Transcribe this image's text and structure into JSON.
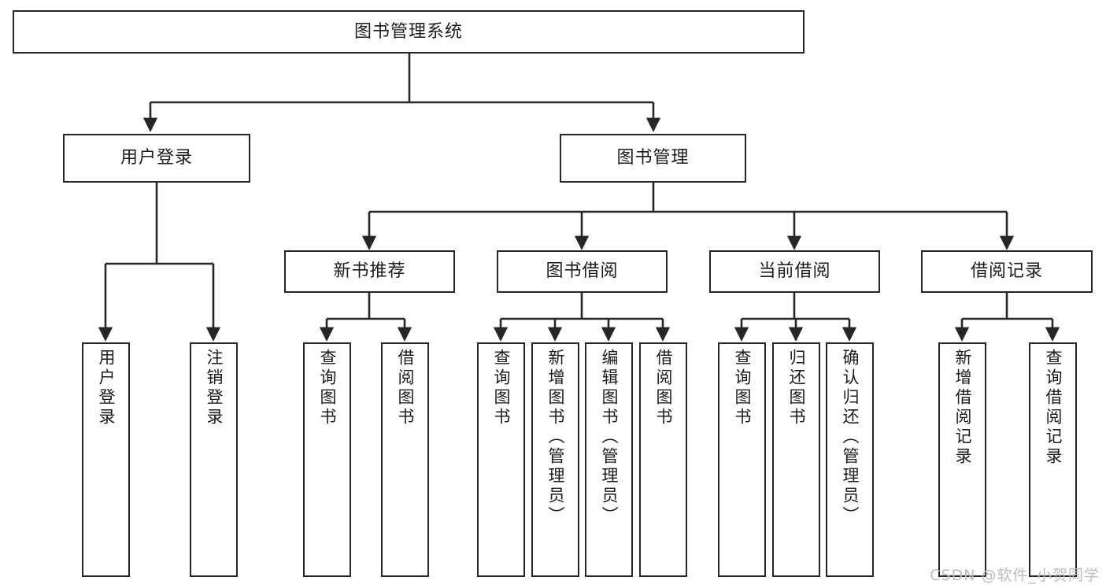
{
  "diagram": {
    "title": "图书管理系统",
    "type": "hierarchy-tree",
    "watermark": "CSDN @软件_小贺同学",
    "colors": {
      "stroke": "#262626",
      "fill": "#ffffff",
      "text": "#1b1b1b",
      "watermark": "#bdbdbd"
    },
    "nodes": {
      "root": {
        "label": "图书管理系统",
        "level": 1
      },
      "level2": [
        {
          "id": "user-login",
          "label": "用户登录"
        },
        {
          "id": "book-manage",
          "label": "图书管理"
        }
      ],
      "level3": [
        {
          "id": "new-book-recommend",
          "label": "新书推荐",
          "parent": "book-manage"
        },
        {
          "id": "book-borrow",
          "label": "图书借阅",
          "parent": "book-manage"
        },
        {
          "id": "current-borrow",
          "label": "当前借阅",
          "parent": "book-manage"
        },
        {
          "id": "borrow-record",
          "label": "借阅记录",
          "parent": "book-manage"
        }
      ],
      "leaves": [
        {
          "id": "leaf-user-login",
          "label": "用户登录",
          "parent": "user-login"
        },
        {
          "id": "leaf-user-logout",
          "label": "注销登录",
          "parent": "user-login"
        },
        {
          "id": "leaf-query-book-1",
          "label": "查询图书",
          "parent": "new-book-recommend"
        },
        {
          "id": "leaf-borrow-book-1",
          "label": "借阅图书",
          "parent": "new-book-recommend"
        },
        {
          "id": "leaf-query-book-2",
          "label": "查询图书",
          "parent": "book-borrow"
        },
        {
          "id": "leaf-add-book",
          "label": "新增图书（管理员）",
          "parent": "book-borrow"
        },
        {
          "id": "leaf-edit-book",
          "label": "编辑图书（管理员）",
          "parent": "book-borrow"
        },
        {
          "id": "leaf-borrow-book-2",
          "label": "借阅图书",
          "parent": "book-borrow"
        },
        {
          "id": "leaf-query-book-3",
          "label": "查询图书",
          "parent": "current-borrow"
        },
        {
          "id": "leaf-return-book",
          "label": "归还图书",
          "parent": "current-borrow"
        },
        {
          "id": "leaf-confirm-return",
          "label": "确认归还（管理员）",
          "parent": "current-borrow"
        },
        {
          "id": "leaf-add-record",
          "label": "新增借阅记录",
          "parent": "borrow-record"
        },
        {
          "id": "leaf-query-record",
          "label": "查询借阅记录",
          "parent": "borrow-record"
        }
      ]
    }
  }
}
